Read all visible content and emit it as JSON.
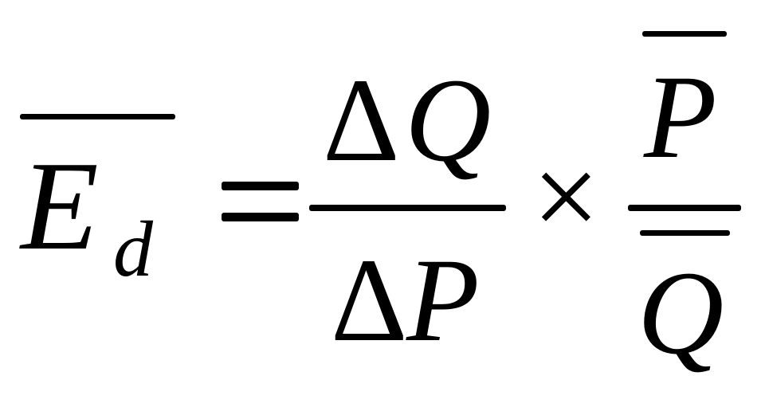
{
  "formula": {
    "lhs": {
      "symbol": "E",
      "subscript": "d"
    },
    "operator_equals": "=",
    "fraction_delta": {
      "numerator": {
        "delta": "Δ",
        "symbol": "Q"
      },
      "denominator": {
        "delta": "Δ",
        "symbol": "P"
      }
    },
    "operator_times": "×",
    "fraction_means": {
      "numerator": {
        "symbol": "P"
      },
      "denominator": {
        "symbol": "Q"
      }
    }
  },
  "colors": {
    "ink": "#000000",
    "background": "#ffffff"
  }
}
